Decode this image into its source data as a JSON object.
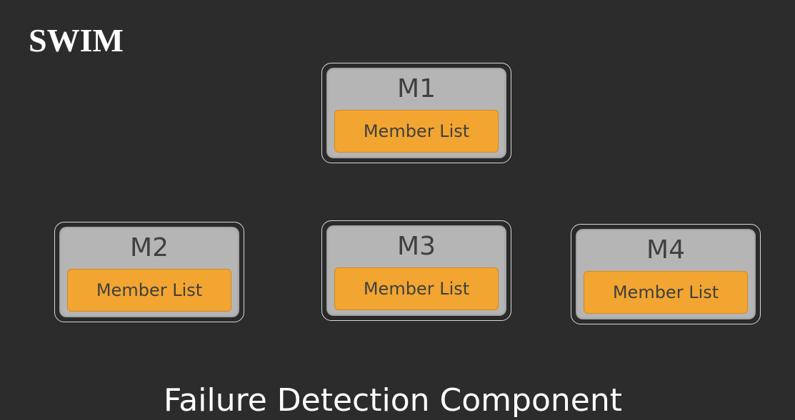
{
  "slide": {
    "title": "SWIM",
    "subtitle": "Failure Detection Component",
    "nodes": [
      {
        "name": "M1",
        "component": "Member List"
      },
      {
        "name": "M2",
        "component": "Member List"
      },
      {
        "name": "M3",
        "component": "Member List"
      },
      {
        "name": "M4",
        "component": "Member List"
      }
    ],
    "colors": {
      "background": "#2c2c2c",
      "node": "#b5b5b5",
      "member_list": "#f2a531"
    }
  }
}
